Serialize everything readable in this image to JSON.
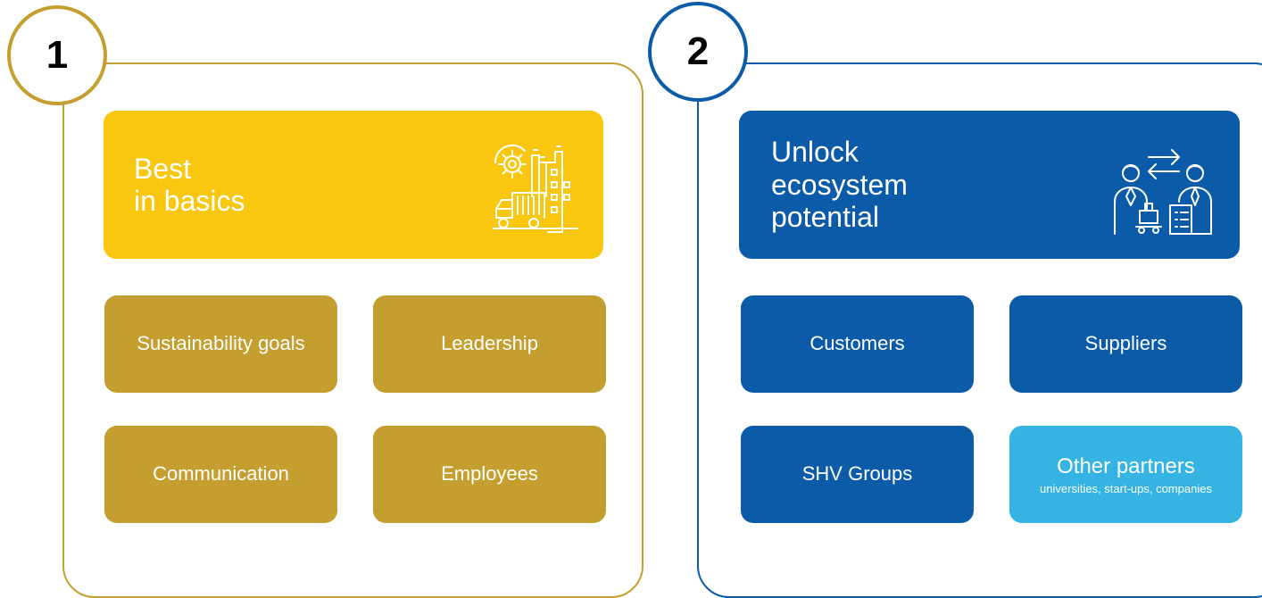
{
  "pillars": [
    {
      "number": "1",
      "title": "Best\nin basics",
      "icon": "factory-truck-gear-icon",
      "items": [
        "Sustainability goals",
        "Leadership",
        "Communication",
        "Employees"
      ],
      "colors": {
        "accent": "#F9C710",
        "tile": "#C49E2E"
      }
    },
    {
      "number": "2",
      "title": "Unlock\necosystem\npotential",
      "icon": "people-exchange-icon",
      "items": [
        "Customers",
        "Suppliers",
        "SHV Groups"
      ],
      "other_partners": {
        "label": "Other partners",
        "sub": "universities, start-ups, companies"
      },
      "colors": {
        "accent": "#0C5BA8",
        "highlight": "#35B4E3"
      }
    }
  ]
}
